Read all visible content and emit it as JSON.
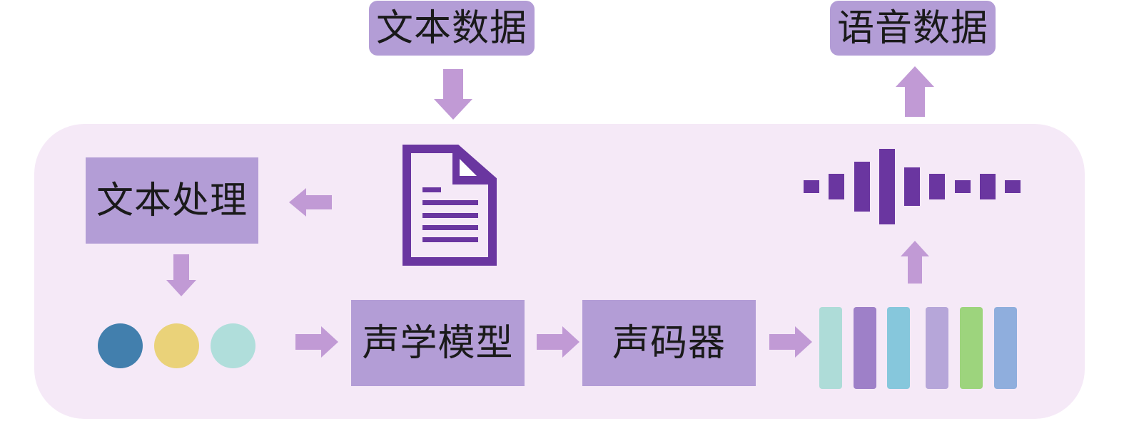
{
  "labels": {
    "text_data": "文本数据",
    "speech_data": "语音数据",
    "text_processing": "文本处理",
    "acoustic_model": "声学模型",
    "vocoder": "声码器"
  },
  "colors": {
    "panel_bg": "#f5e9f7",
    "box_fill": "#b39dd6",
    "arrow": "#c19ad5",
    "doc_icon": "#6a36a0",
    "waveform": "#6a36a0",
    "dots": [
      "#427fad",
      "#ead279",
      "#b0dedb"
    ],
    "feature_bars": [
      "#aedcd8",
      "#9e80c8",
      "#86c7dc",
      "#b6a6d9",
      "#9dd47d",
      "#8faedd"
    ]
  },
  "icons": [
    "document-icon",
    "waveform-icon"
  ]
}
